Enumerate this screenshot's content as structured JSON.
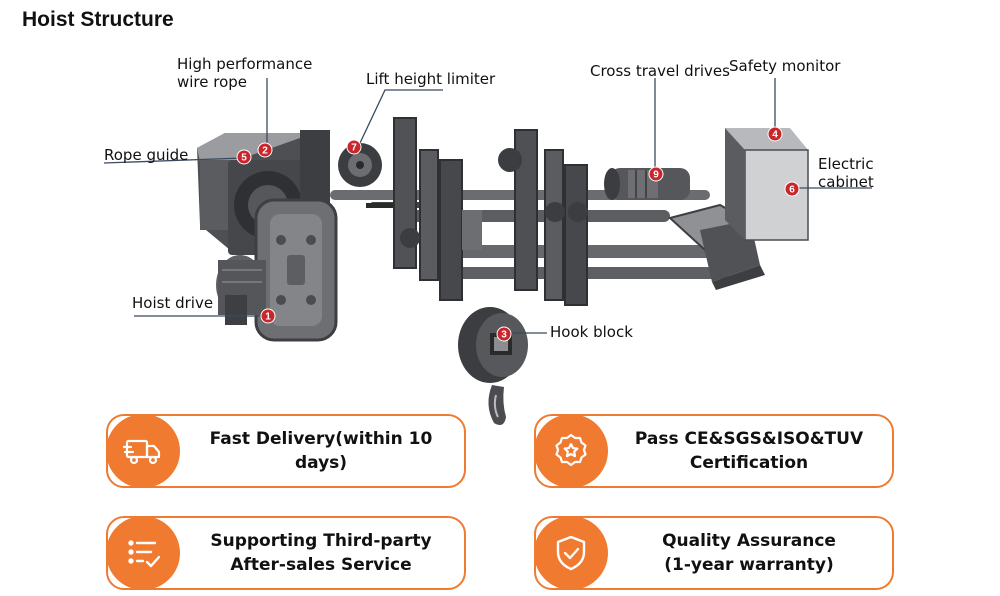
{
  "title": "Hoist Structure",
  "components": [
    {
      "id": "wire-rope",
      "label_lines": [
        "High performance",
        "wire rope"
      ],
      "badge": "2"
    },
    {
      "id": "lift-height-limiter",
      "label_lines": [
        "Lift height limiter"
      ],
      "badge": "7"
    },
    {
      "id": "cross-travel-drives",
      "label_lines": [
        "Cross travel drives"
      ],
      "badge": "9"
    },
    {
      "id": "safety-monitor",
      "label_lines": [
        "Safety monitor"
      ],
      "badge": "4"
    },
    {
      "id": "rope-guide",
      "label_lines": [
        "Rope guide"
      ],
      "badge": "5"
    },
    {
      "id": "electric-cabinet",
      "label_lines": [
        "Electric",
        "cabinet"
      ],
      "badge": "6"
    },
    {
      "id": "hoist-drive",
      "label_lines": [
        "Hoist drive"
      ],
      "badge": "1"
    },
    {
      "id": "hook-block",
      "label_lines": [
        "Hook block"
      ],
      "badge": "3"
    }
  ],
  "features": [
    {
      "icon": "delivery-truck-icon",
      "lines": [
        "Fast Delivery(within 10 days)"
      ]
    },
    {
      "icon": "certificate-badge-icon",
      "lines": [
        "Pass CE&SGS&ISO&TUV",
        "Certification"
      ]
    },
    {
      "icon": "service-checklist-icon",
      "lines": [
        "Supporting Third-party",
        "After-sales Service"
      ]
    },
    {
      "icon": "shield-check-icon",
      "lines": [
        "Quality Assurance",
        "(1-year warranty)"
      ]
    }
  ],
  "colors": {
    "accent": "#f07a2f",
    "badge": "#c8262b",
    "leader": "#3a4a5e",
    "machine": "#56585b"
  }
}
